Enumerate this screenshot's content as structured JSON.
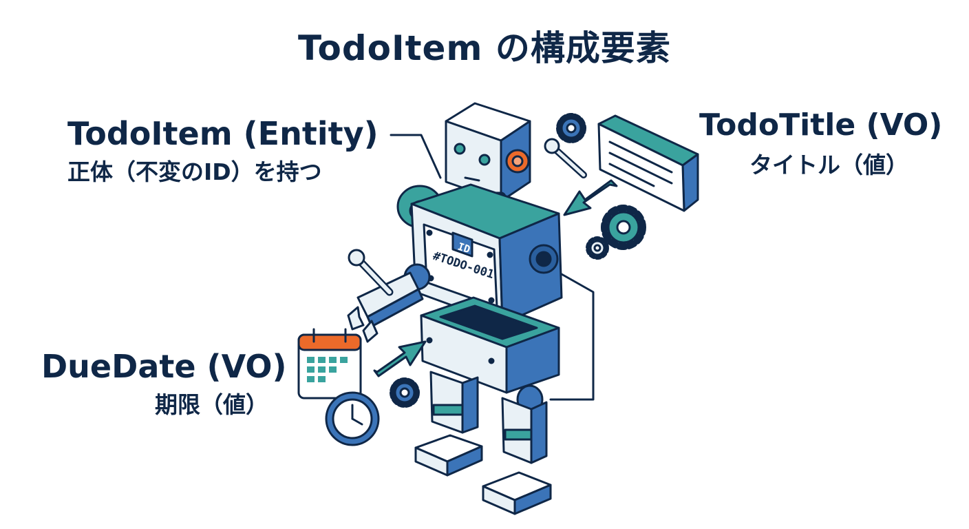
{
  "title": "TodoItem の構成要素",
  "entity": {
    "name": "TodoItem (Entity)",
    "desc": "正体（不変のID）を持つ"
  },
  "todo_title": {
    "name": "TodoTitle (VO)",
    "desc": "タイトル（値）"
  },
  "due_date": {
    "name": "DueDate (VO)",
    "desc": "期限（値）"
  },
  "robot": {
    "badge": "ID",
    "tag": "#TODO-001"
  },
  "colors": {
    "navy": "#0f2747",
    "blue": "#3b74b8",
    "teal": "#3aa39e",
    "light": "#e9f1f6",
    "orange": "#ec6a2a"
  },
  "icons": [
    "gear-icon",
    "wrench-icon",
    "calendar-icon",
    "clock-icon",
    "arrow-icon",
    "title-card-icon",
    "robot-icon"
  ]
}
